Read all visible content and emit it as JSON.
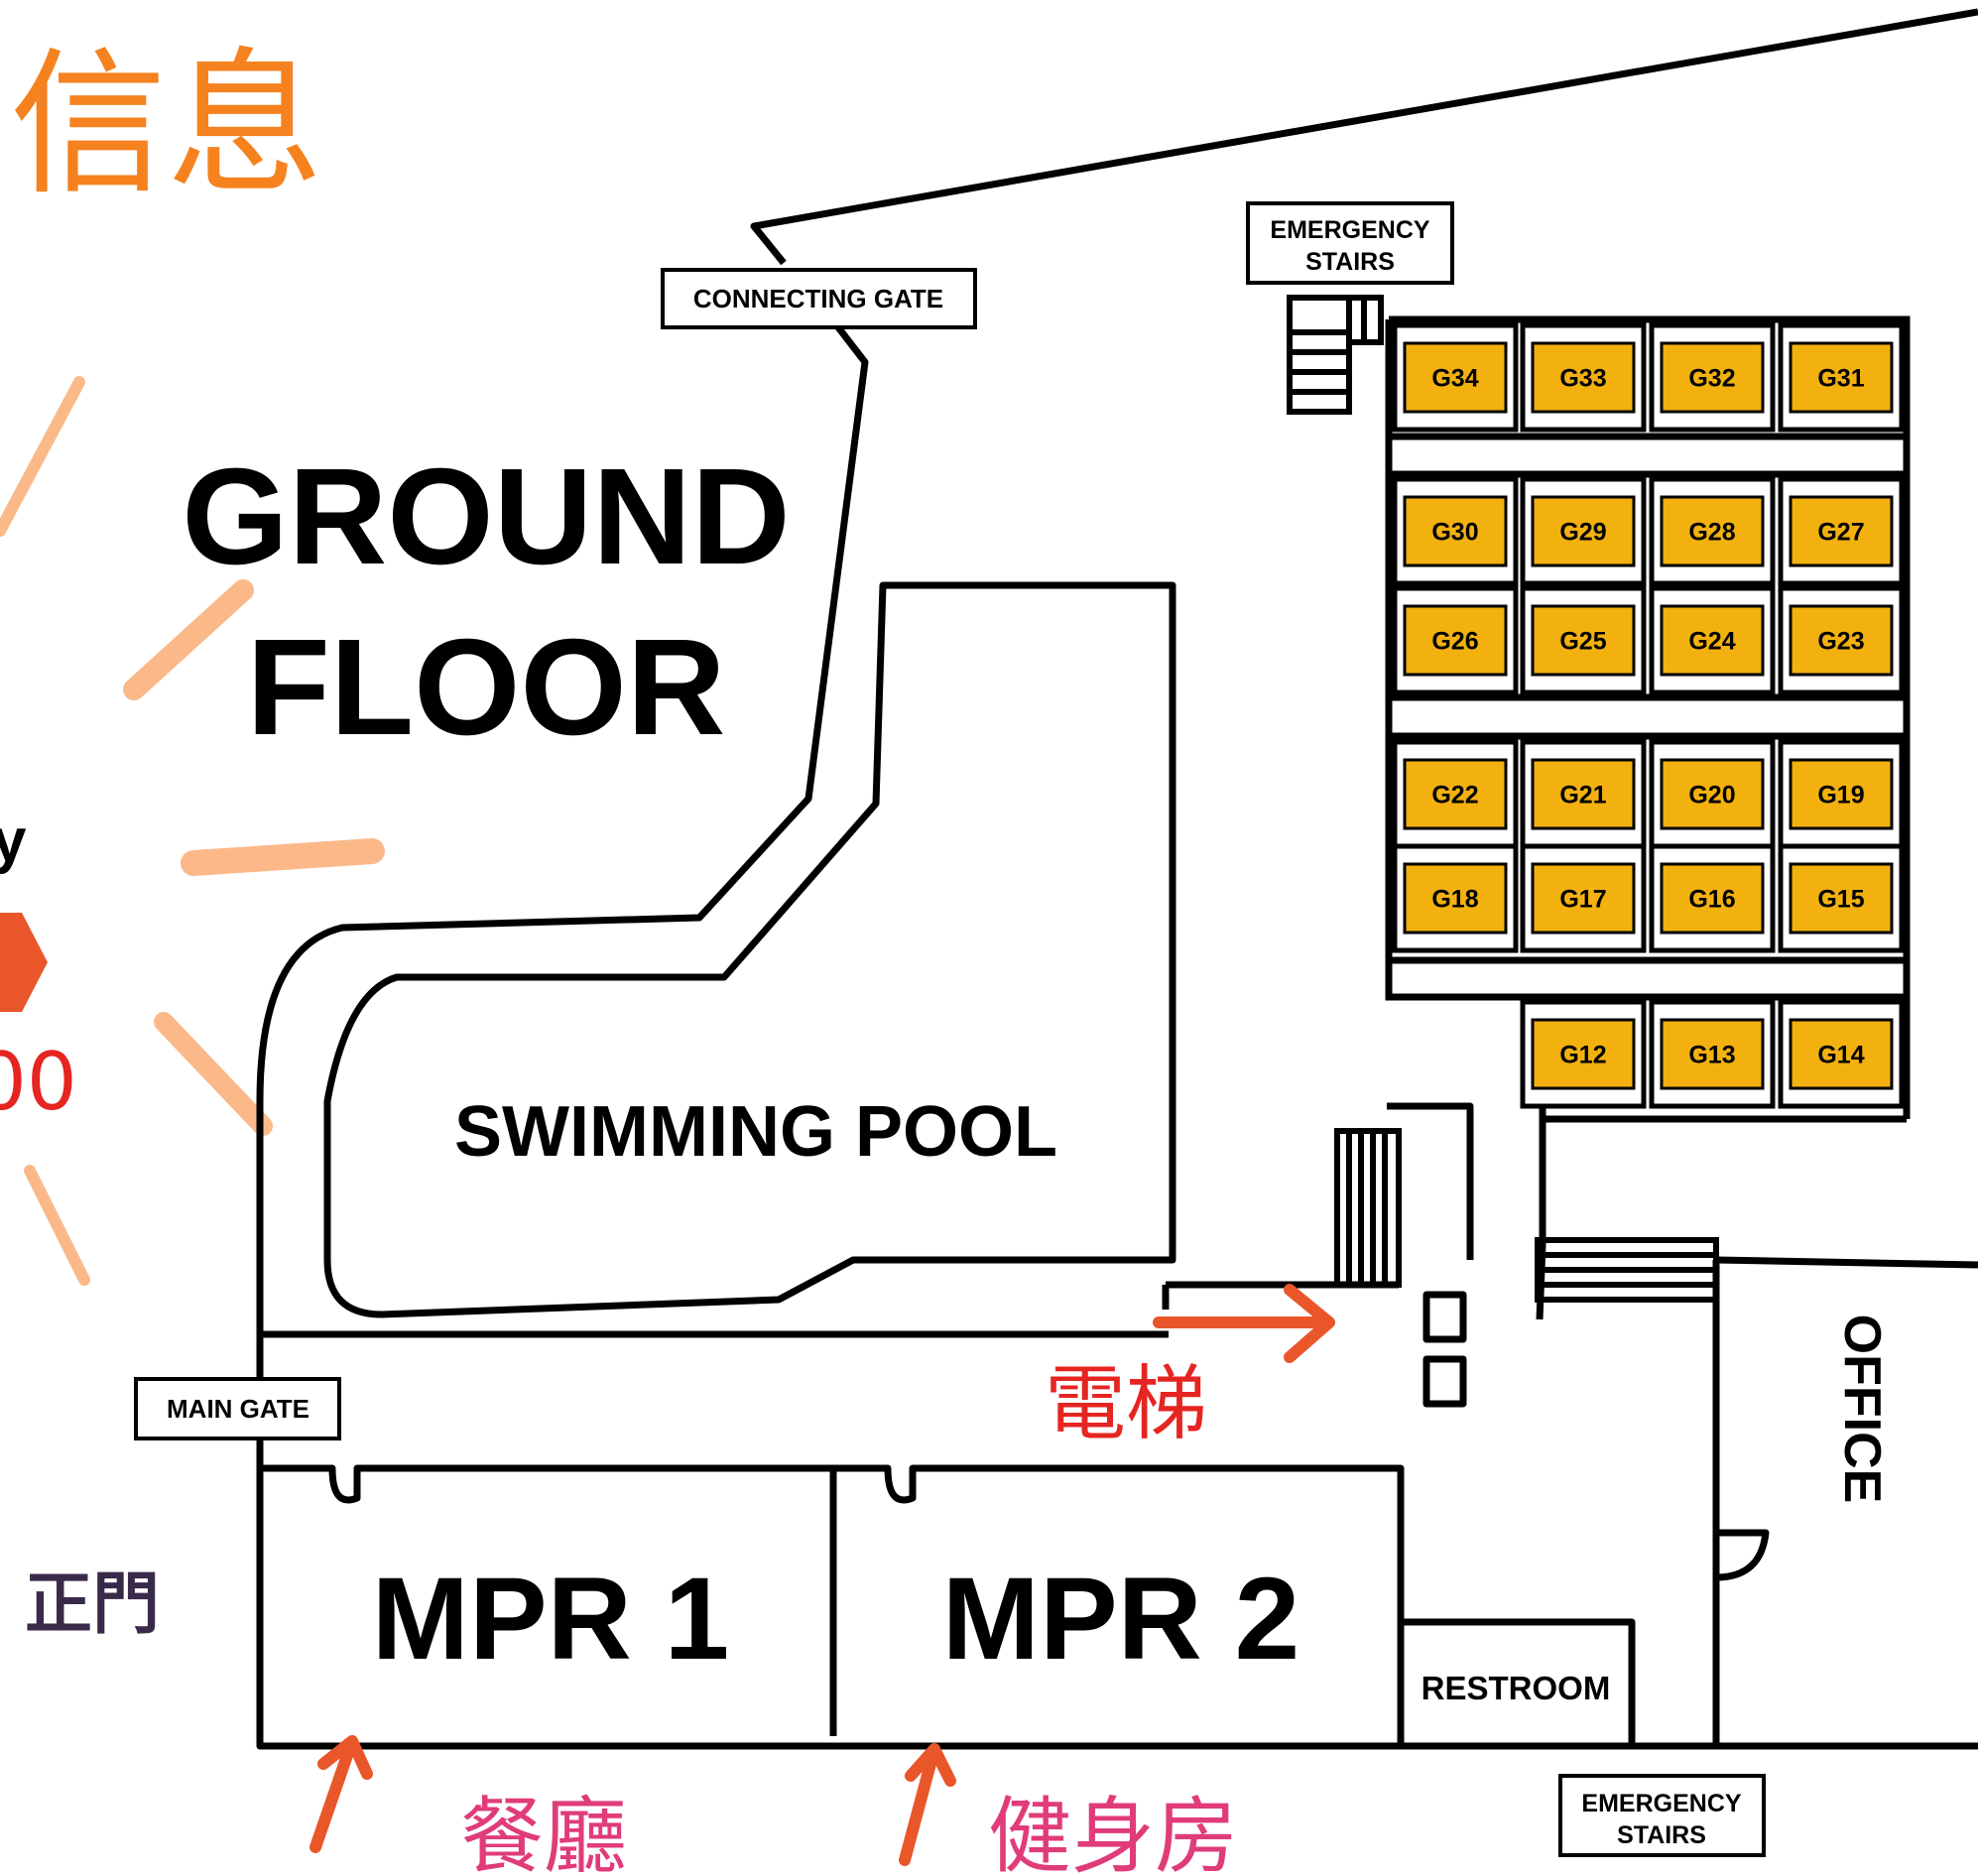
{
  "page_title": "信息",
  "left_fragments": {
    "letter": "y",
    "number": "00",
    "entrance": "正門"
  },
  "floor_title": {
    "line1": "GROUND",
    "line2": "FLOOR"
  },
  "gates": {
    "connecting": "CONNECTING GATE",
    "main": "MAIN GATE"
  },
  "emergency_stairs": {
    "line1": "EMERGENCY",
    "line2": "STAIRS"
  },
  "rooms": {
    "pool": "SWIMMING POOL",
    "mpr1": "MPR 1",
    "mpr2": "MPR 2",
    "restroom": "RESTROOM",
    "office": "OFFICE"
  },
  "annotations": {
    "elevator": "電梯",
    "dining": "餐廳",
    "gym": "健身房"
  },
  "units": [
    [
      "G34",
      "G33",
      "G32",
      "G31"
    ],
    [
      "G30",
      "G29",
      "G28",
      "G27"
    ],
    [
      "G26",
      "G25",
      "G24",
      "G23"
    ],
    [
      "G22",
      "G21",
      "G20",
      "G19"
    ],
    [
      "G18",
      "G17",
      "G16",
      "G15"
    ],
    [
      "G12",
      "G13",
      "G14"
    ]
  ],
  "colors": {
    "unit_fill": "#F2B10F",
    "title_orange": "#F5821F",
    "arrow": "#E8562A",
    "annotation_pink": "#E03C7A",
    "annotation_red": "#E52521",
    "entrance_purple": "#3A2A4A",
    "sketch_peach": "#FBB98A"
  }
}
